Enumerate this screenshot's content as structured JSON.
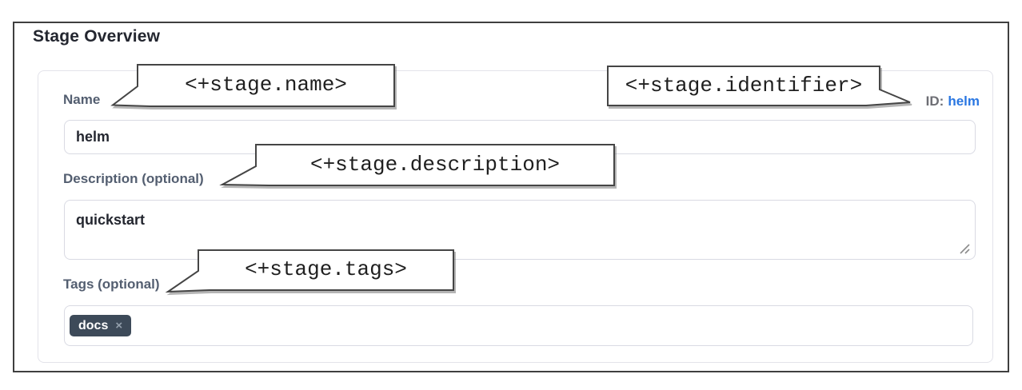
{
  "panel": {
    "title": "Stage Overview",
    "fields": {
      "name": {
        "label": "Name",
        "value": "helm"
      },
      "id": {
        "label": "ID:",
        "value": "helm"
      },
      "description": {
        "label": "Description (optional)",
        "value": "quickstart"
      },
      "tags": {
        "label": "Tags (optional)",
        "chips": [
          {
            "label": "docs",
            "remove_icon": "×"
          }
        ]
      }
    }
  },
  "annotations": {
    "name": "<+stage.name>",
    "identifier": "<+stage.identifier>",
    "description": "<+stage.description>",
    "tags": "<+stage.tags>"
  },
  "colors": {
    "frame_border": "#3f3f3f",
    "card_border": "#e3e3ea",
    "label_text": "#535e70",
    "id_value_blue": "#2a77e2",
    "chip_background": "#3d4a59",
    "chip_remove": "#94a0ad",
    "input_border": "#d9dae3",
    "callout_border": "#454545"
  }
}
